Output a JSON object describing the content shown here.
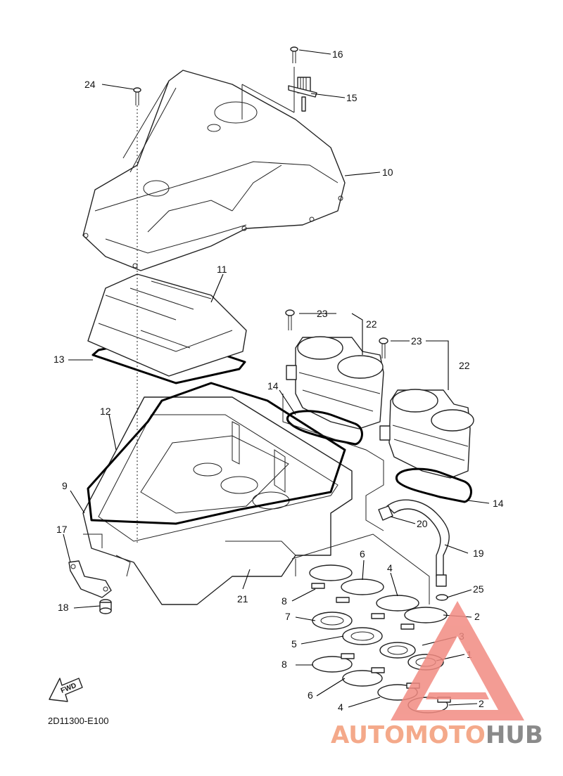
{
  "diagram": {
    "code": "2D11300-E100",
    "fwd_label": "FWD",
    "callouts": {
      "c1": "1",
      "c2a": "2",
      "c2b": "2",
      "c3": "3",
      "c4a": "4",
      "c4b": "4",
      "c5": "5",
      "c6a": "6",
      "c6b": "6",
      "c7": "7",
      "c8a": "8",
      "c8b": "8",
      "c9": "9",
      "c10": "10",
      "c11": "11",
      "c12": "12",
      "c13": "13",
      "c14a": "14",
      "c14b": "14",
      "c15": "15",
      "c16": "16",
      "c17": "17",
      "c18": "18",
      "c19": "19",
      "c20": "20",
      "c21": "21",
      "c22a": "22",
      "c22b": "22",
      "c23a": "23",
      "c23b": "23",
      "c24": "24",
      "c25": "25"
    }
  },
  "watermark": {
    "brand_a": "AUTOMOTO",
    "brand_b": "HUB",
    "color_a": "#f4a98a",
    "color_b": "#8a8a8a",
    "triangle_color": "#f28b82"
  }
}
